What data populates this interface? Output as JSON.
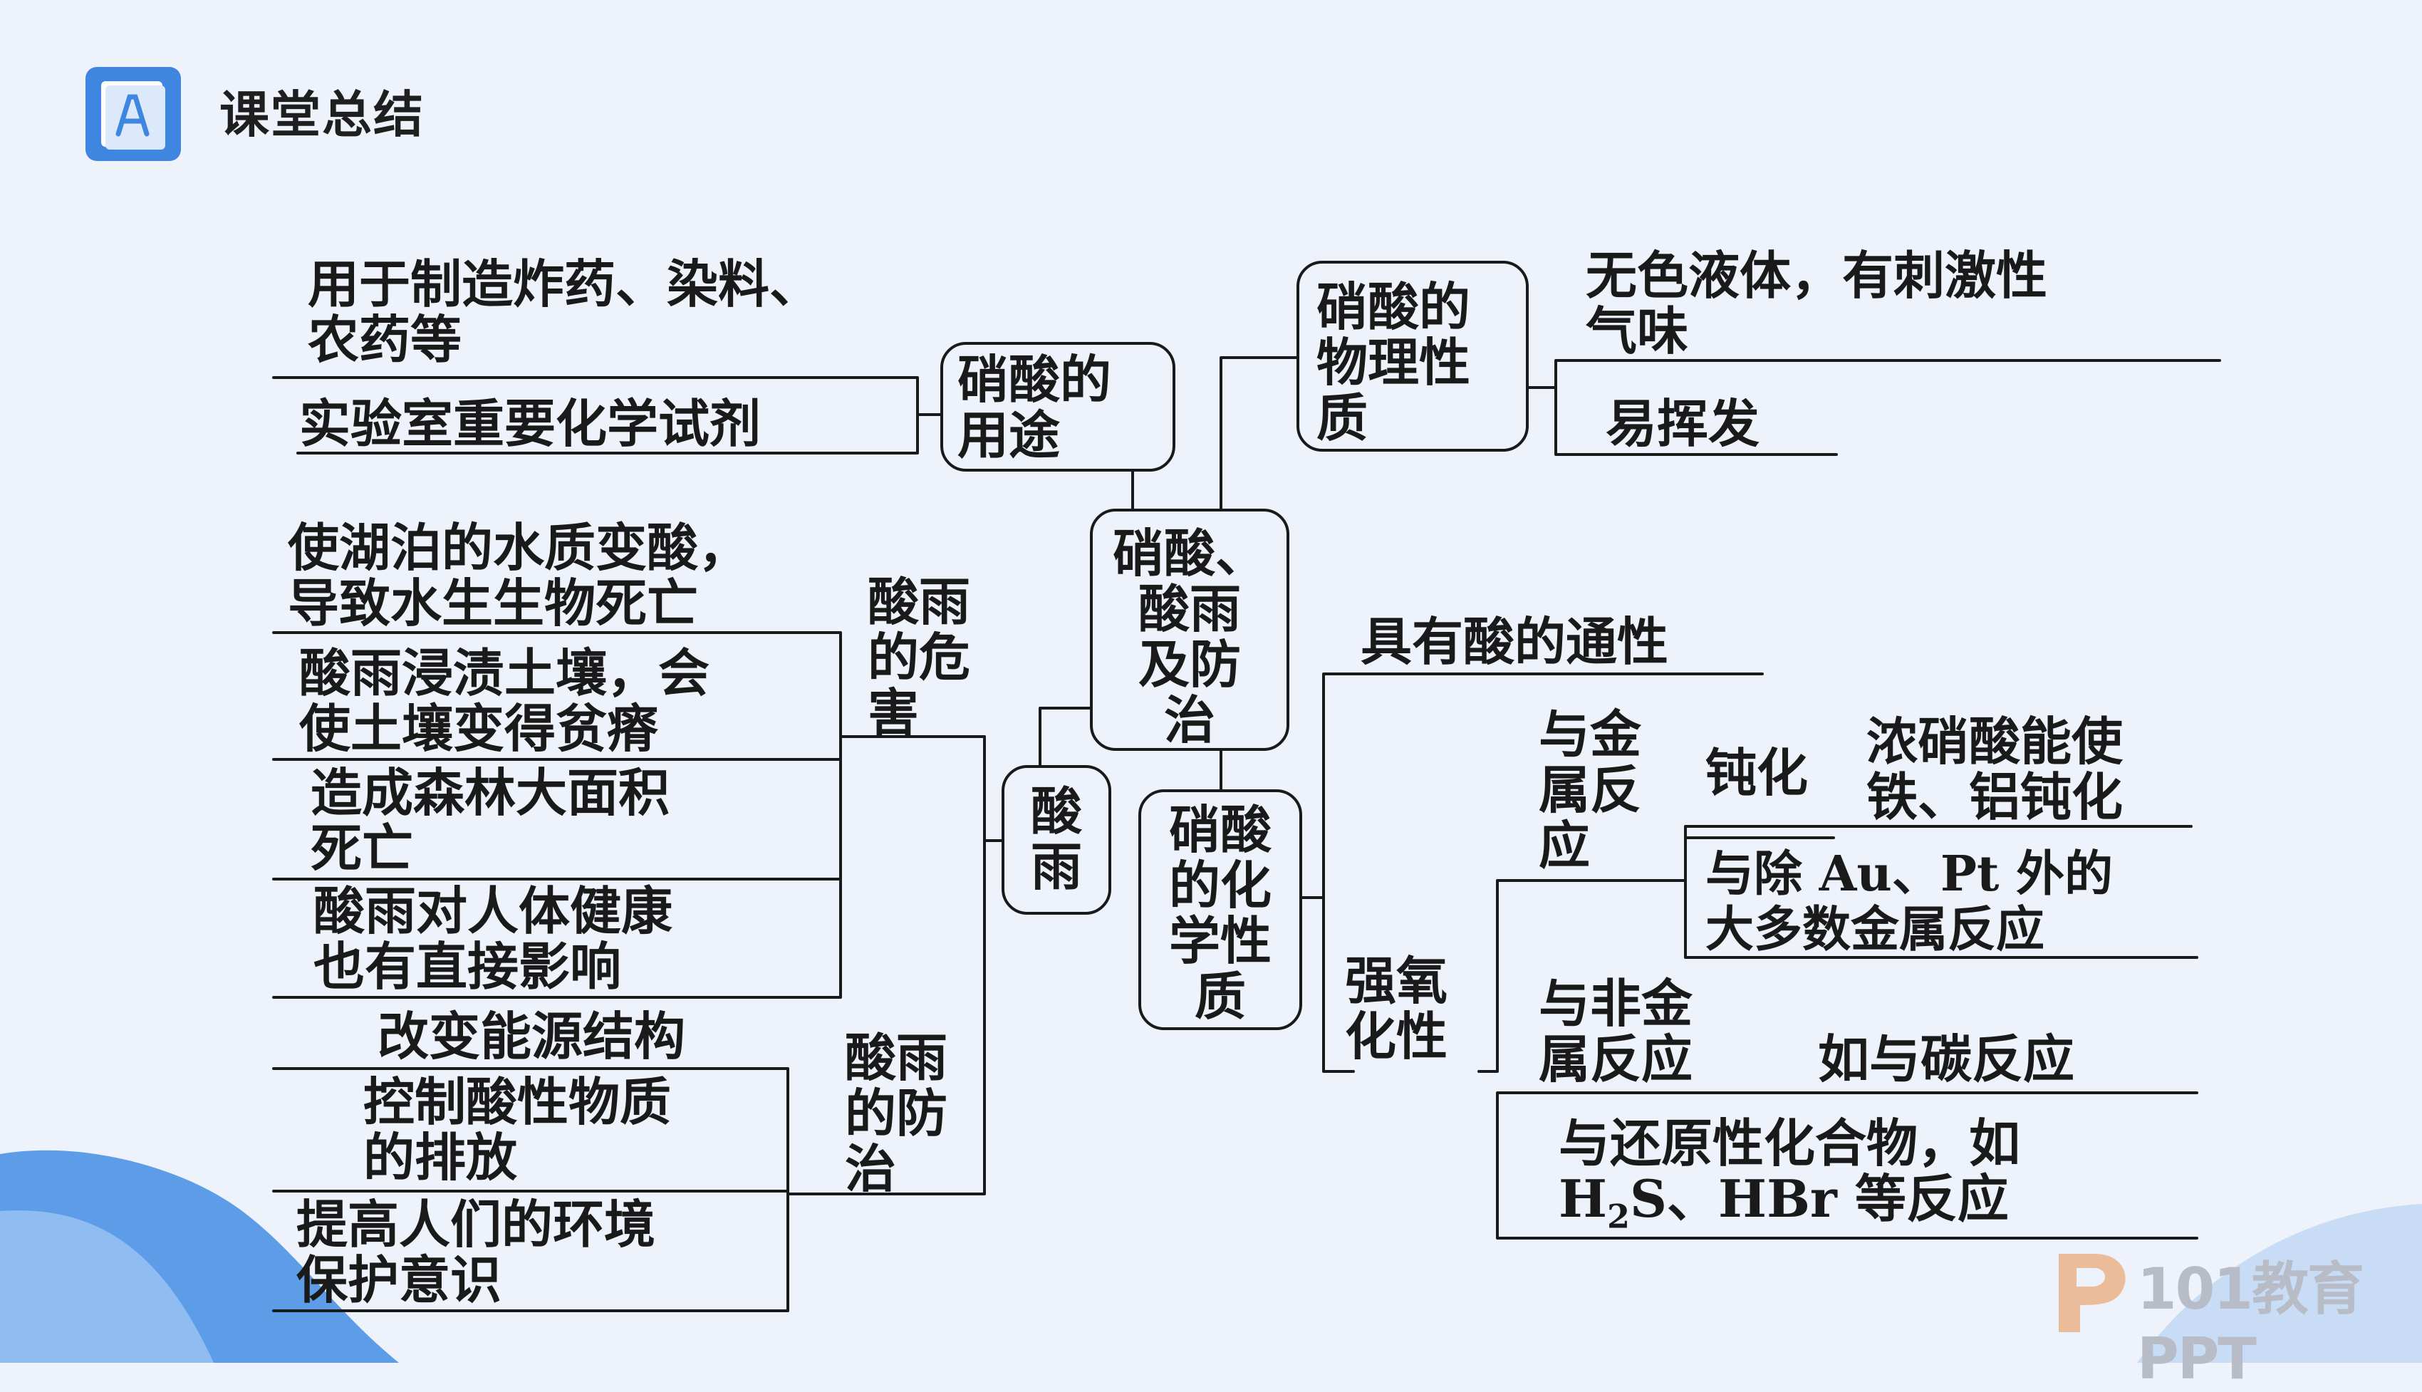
{
  "header": {
    "title": "课堂总结",
    "icon": "notebook-icon"
  },
  "mindmap": {
    "center": [
      "硝酸、",
      "酸雨",
      "及防",
      "治"
    ],
    "uses": {
      "label": [
        "硝酸的",
        "用途"
      ],
      "items": [
        [
          "用于制造炸药、染料、",
          "农药等"
        ],
        [
          "实验室重要化学试剂"
        ]
      ]
    },
    "physical": {
      "label": [
        "硝酸的",
        "物理性",
        "质"
      ],
      "items": [
        [
          "无色液体，有刺激性",
          "气味"
        ],
        [
          "易挥发"
        ]
      ]
    },
    "acid_rain": {
      "label": [
        "酸",
        "雨"
      ],
      "harm": {
        "label": [
          "酸雨",
          "的危",
          "害"
        ],
        "items": [
          [
            "使湖泊的水质变酸，",
            "导致水生生物死亡"
          ],
          [
            "酸雨浸渍土壤，会",
            "使土壤变得贫瘠"
          ],
          [
            "造成森林大面积",
            "死亡"
          ],
          [
            "酸雨对人体健康",
            "也有直接影响"
          ]
        ]
      },
      "prevention": {
        "label": [
          "酸雨",
          "的防",
          "治"
        ],
        "items": [
          [
            "改变能源结构"
          ],
          [
            "控制酸性物质",
            "的排放"
          ],
          [
            "提高人们的环境",
            "保护意识"
          ]
        ]
      }
    },
    "chemical": {
      "label": [
        "硝酸",
        "的化",
        "学性",
        "质"
      ],
      "general": "具有酸的通性",
      "oxidizing": {
        "label": [
          "强氧",
          "化性"
        ],
        "metal": {
          "label": [
            "与金",
            "属反",
            "应"
          ],
          "passivation": "钝化",
          "passivation_desc": [
            "浓硝酸能使",
            "铁、铝钝化"
          ],
          "others": [
            "与除 Au、Pt 外的",
            "大多数金属反应"
          ]
        },
        "nonmetal": {
          "label": [
            "与非金",
            "属反应"
          ],
          "example": "如与碳反应"
        },
        "reducing": {
          "line1": "与还原性化合物，如",
          "h2s_pre": "H",
          "h2s_sub": "2",
          "h2s_post": "S、HBr 等反应"
        }
      }
    }
  },
  "watermark": {
    "brand": "101教育PPT"
  },
  "colors": {
    "background": "#eef2fb",
    "line": "#1a1a1a",
    "accent": "#3f86e0"
  }
}
